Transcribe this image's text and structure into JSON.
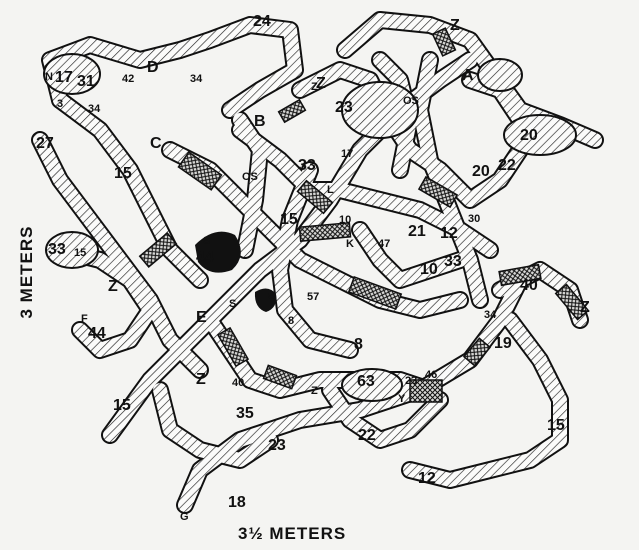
{
  "axis_labels": {
    "horizontal": "3½ METERS",
    "vertical": "3 METERS"
  },
  "labels": [
    {
      "id": "n24",
      "text": "24"
    },
    {
      "id": "nZ1",
      "text": "Z"
    },
    {
      "id": "nD",
      "text": "D"
    },
    {
      "id": "n17a",
      "text": "17"
    },
    {
      "id": "n31",
      "text": "31"
    },
    {
      "id": "n42a",
      "text": "42"
    },
    {
      "id": "n34a",
      "text": "34"
    },
    {
      "id": "nN",
      "text": "N"
    },
    {
      "id": "n3",
      "text": "3"
    },
    {
      "id": "n34b",
      "text": "34"
    },
    {
      "id": "nZ2",
      "text": "Z"
    },
    {
      "id": "n23a",
      "text": "23"
    },
    {
      "id": "nOS1",
      "text": "OS"
    },
    {
      "id": "nA",
      "text": "A"
    },
    {
      "id": "n20a",
      "text": "20"
    },
    {
      "id": "n27",
      "text": "27"
    },
    {
      "id": "nB",
      "text": "B"
    },
    {
      "id": "nC",
      "text": "C"
    },
    {
      "id": "n15a",
      "text": "15"
    },
    {
      "id": "n33a",
      "text": "33"
    },
    {
      "id": "n17b",
      "text": "17"
    },
    {
      "id": "nOS2",
      "text": "OS"
    },
    {
      "id": "n20b",
      "text": "20"
    },
    {
      "id": "n22a",
      "text": "22"
    },
    {
      "id": "n15b",
      "text": "15"
    },
    {
      "id": "n30",
      "text": "30"
    },
    {
      "id": "nL",
      "text": "L"
    },
    {
      "id": "n10a",
      "text": "10"
    },
    {
      "id": "n21",
      "text": "21"
    },
    {
      "id": "n12a",
      "text": "12"
    },
    {
      "id": "nK",
      "text": "K"
    },
    {
      "id": "n47",
      "text": "47"
    },
    {
      "id": "n33b",
      "text": "33"
    },
    {
      "id": "n15c",
      "text": "15"
    },
    {
      "id": "nS1",
      "text": "S"
    },
    {
      "id": "n44a",
      "text": "44"
    },
    {
      "id": "n10b",
      "text": "10"
    },
    {
      "id": "n33c",
      "text": "33"
    },
    {
      "id": "n40a",
      "text": "40"
    },
    {
      "id": "nZ3",
      "text": "Z"
    },
    {
      "id": "nF",
      "text": "F"
    },
    {
      "id": "n44b",
      "text": "44"
    },
    {
      "id": "nS2",
      "text": "S"
    },
    {
      "id": "nS3",
      "text": "S"
    },
    {
      "id": "n57",
      "text": "57"
    },
    {
      "id": "nE",
      "text": "E"
    },
    {
      "id": "n8a",
      "text": "8"
    },
    {
      "id": "n8b",
      "text": "8"
    },
    {
      "id": "n34c",
      "text": "34"
    },
    {
      "id": "nZ4",
      "text": "Z"
    },
    {
      "id": "n19",
      "text": "19"
    },
    {
      "id": "nZ5",
      "text": "Z"
    },
    {
      "id": "n40b",
      "text": "40"
    },
    {
      "id": "n63",
      "text": "63"
    },
    {
      "id": "n23b",
      "text": "23"
    },
    {
      "id": "n46",
      "text": "46"
    },
    {
      "id": "nZ6",
      "text": "Z"
    },
    {
      "id": "n15d",
      "text": "15"
    },
    {
      "id": "n35",
      "text": "35"
    },
    {
      "id": "n23c",
      "text": "23"
    },
    {
      "id": "n22b",
      "text": "22"
    },
    {
      "id": "n15e",
      "text": "15"
    },
    {
      "id": "n12b",
      "text": "12"
    },
    {
      "id": "n18",
      "text": "18"
    },
    {
      "id": "nG",
      "text": "G"
    },
    {
      "id": "nZ7",
      "text": "Z"
    },
    {
      "id": "nY",
      "text": "Y"
    }
  ]
}
